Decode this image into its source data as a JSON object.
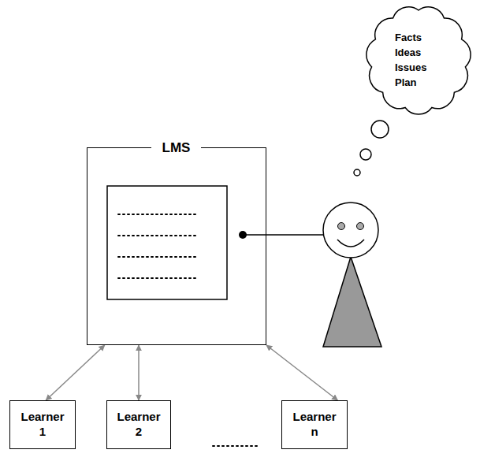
{
  "diagram": {
    "nodes": [
      {
        "text": [
          "LMS"
        ]
      },
      {
        "text": [
          "Facts",
          "Ideas",
          "Issues",
          "Plan"
        ]
      },
      {
        "text": [
          "Learner 1"
        ]
      },
      {
        "text": [
          "Learner 2"
        ]
      },
      {
        "text": [
          "Learner n"
        ]
      }
    ],
    "edges": [
      {
        "from": 0,
        "to": 2,
        "arrow": "both"
      },
      {
        "from": 0,
        "to": 3,
        "arrow": "both"
      },
      {
        "from": 0,
        "to": 4,
        "arrow": "both"
      }
    ]
  }
}
